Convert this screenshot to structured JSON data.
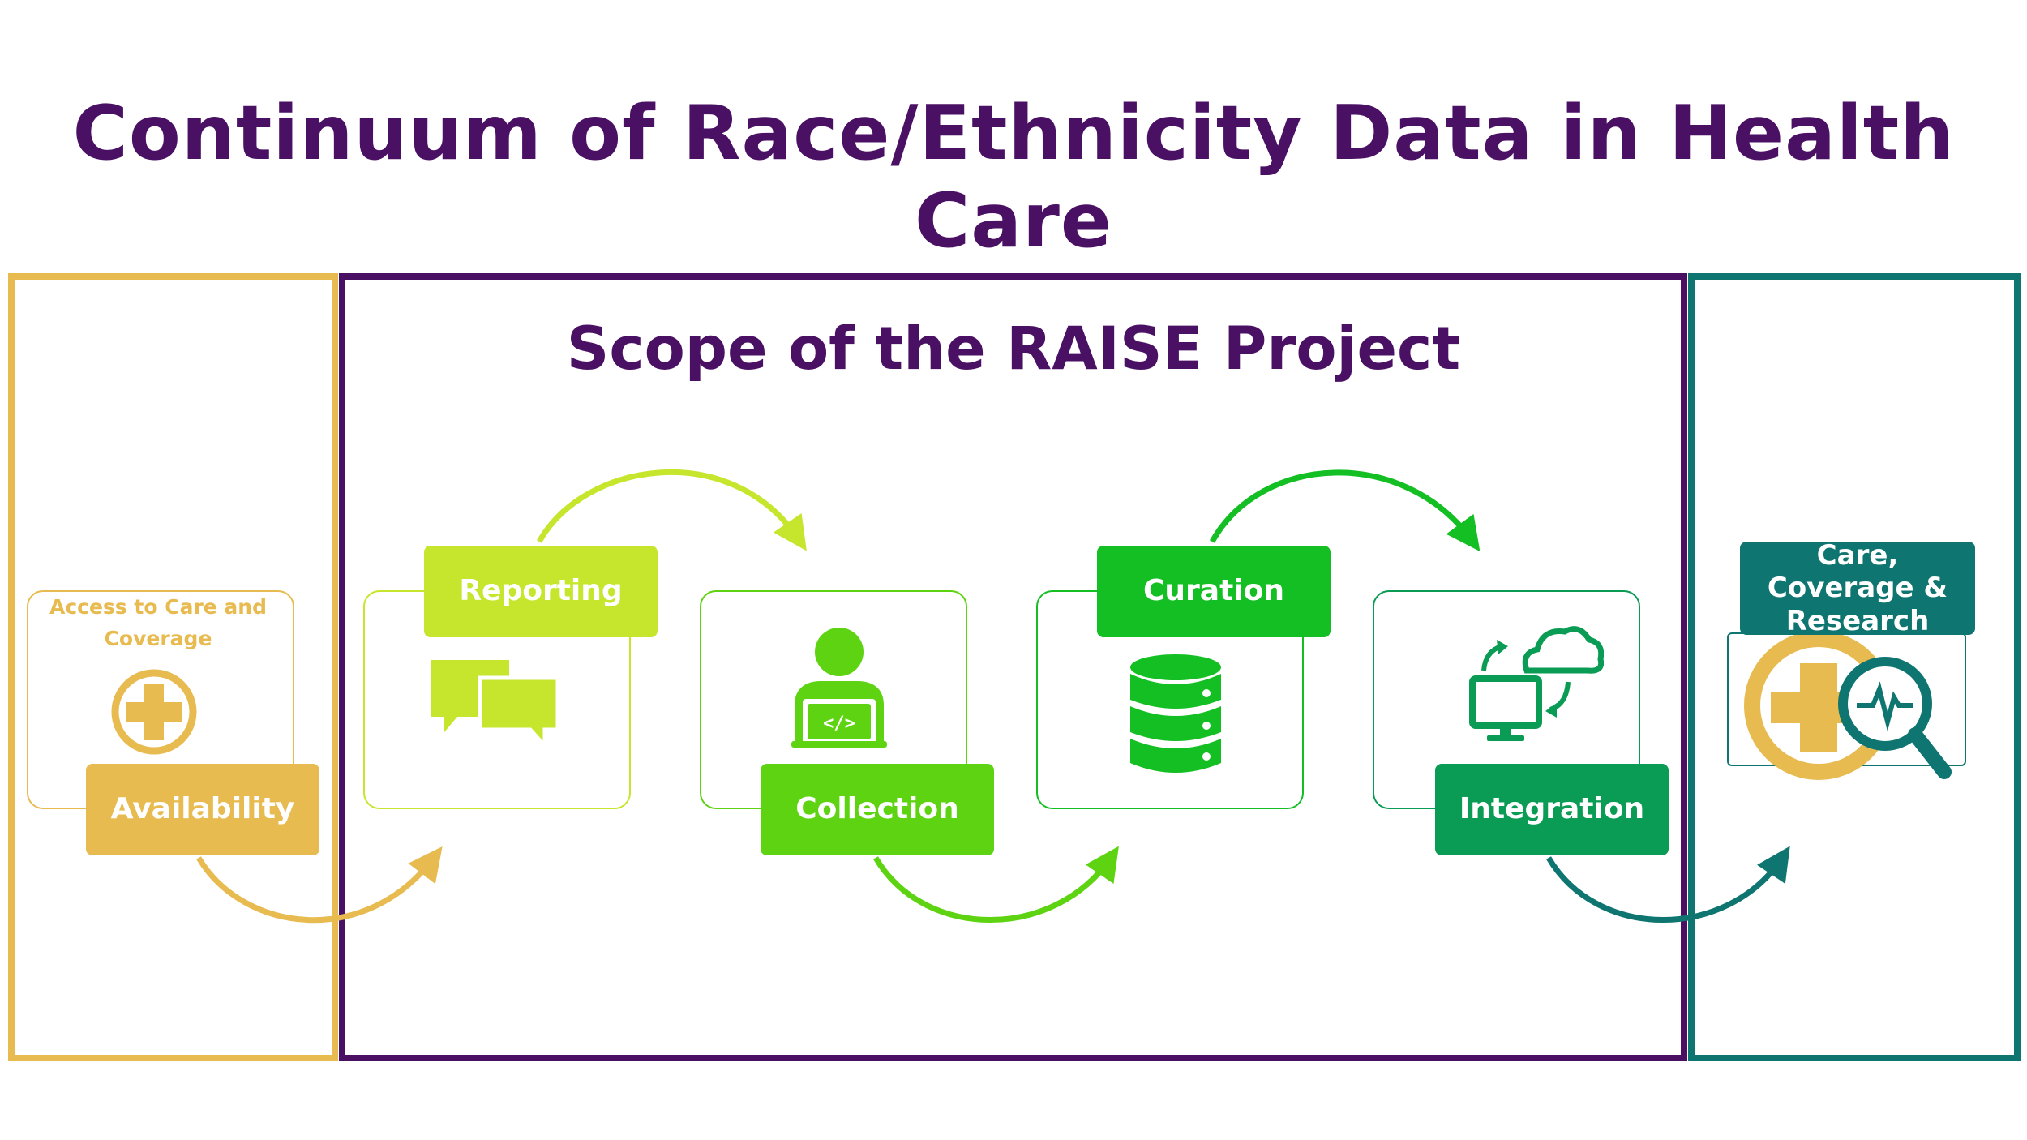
{
  "title": "Continuum of Race/Ethnicity Data in Health Care",
  "scope_title": "Scope of the RAISE Project",
  "colors": {
    "purple": "#4a1063",
    "gold": "#e8bb50",
    "teal": "#0f7570",
    "lime": "#c5e62c",
    "green_light": "#5ed312",
    "green": "#14bf24",
    "green_dark": "#0a9b55"
  },
  "stages": {
    "availability": {
      "caption": "Access to Care and Coverage",
      "label": "Availability",
      "icon": "health-plus-icon"
    },
    "reporting": {
      "label": "Reporting",
      "icon": "chat-bubbles-icon"
    },
    "collection": {
      "label": "Collection",
      "icon": "person-laptop-code-icon"
    },
    "curation": {
      "label": "Curation",
      "icon": "database-icon"
    },
    "integration": {
      "label": "Integration",
      "icon": "cloud-sync-computer-icon"
    },
    "outcome": {
      "label": "Care, Coverage & Research",
      "icon": "health-search-icon"
    }
  }
}
